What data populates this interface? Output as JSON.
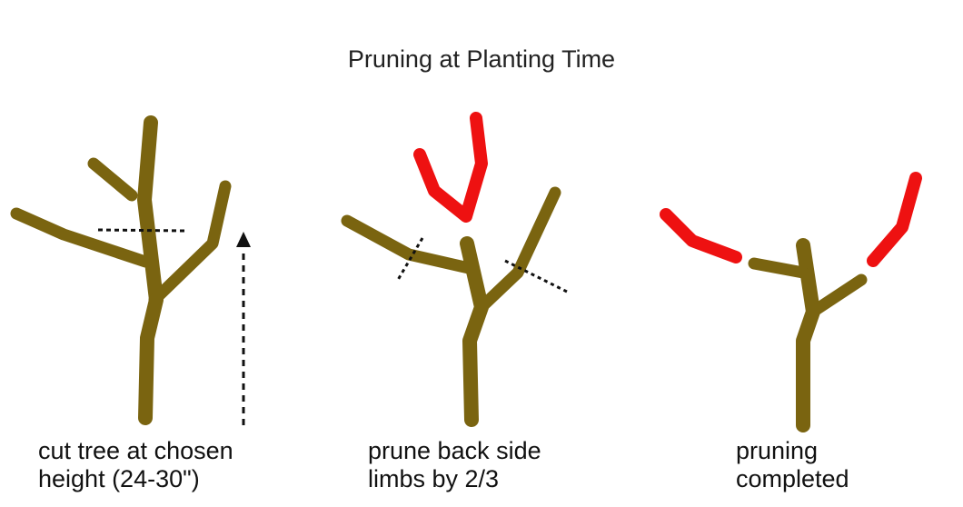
{
  "title": "Pruning at Planting Time",
  "colors": {
    "branch": "#7a6410",
    "pruned": "#ee1111",
    "cut_line": "#111111",
    "text": "#111111"
  },
  "panels": [
    {
      "caption_line1": "cut tree at chosen",
      "caption_line2": "height (24-30\")"
    },
    {
      "caption_line1": "prune back side",
      "caption_line2": "limbs by 2/3"
    },
    {
      "caption_line1": "pruning",
      "caption_line2": "completed"
    }
  ]
}
